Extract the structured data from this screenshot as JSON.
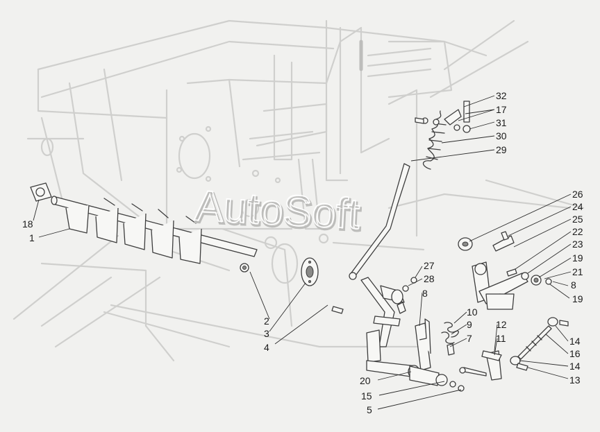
{
  "watermark": "AutoSoft",
  "callouts": [
    {
      "id": "c18",
      "text": "18"
    },
    {
      "id": "c1",
      "text": "1"
    },
    {
      "id": "c2",
      "text": "2"
    },
    {
      "id": "c3",
      "text": "3"
    },
    {
      "id": "c4",
      "text": "4"
    },
    {
      "id": "c32",
      "text": "32"
    },
    {
      "id": "c17",
      "text": "17"
    },
    {
      "id": "c31",
      "text": "31"
    },
    {
      "id": "c30",
      "text": "30"
    },
    {
      "id": "c29",
      "text": "29"
    },
    {
      "id": "c26",
      "text": "26"
    },
    {
      "id": "c24",
      "text": "24"
    },
    {
      "id": "c25",
      "text": "25"
    },
    {
      "id": "c22",
      "text": "22"
    },
    {
      "id": "c23",
      "text": "23"
    },
    {
      "id": "c19a",
      "text": "19"
    },
    {
      "id": "c21",
      "text": "21"
    },
    {
      "id": "c8a",
      "text": "8"
    },
    {
      "id": "c19b",
      "text": "19"
    },
    {
      "id": "c27",
      "text": "27"
    },
    {
      "id": "c28",
      "text": "28"
    },
    {
      "id": "c8b",
      "text": "8"
    },
    {
      "id": "c10",
      "text": "10"
    },
    {
      "id": "c9",
      "text": "9"
    },
    {
      "id": "c7",
      "text": "7"
    },
    {
      "id": "c12",
      "text": "12"
    },
    {
      "id": "c11",
      "text": "11"
    },
    {
      "id": "c14a",
      "text": "14"
    },
    {
      "id": "c16",
      "text": "16"
    },
    {
      "id": "c14b",
      "text": "14"
    },
    {
      "id": "c13",
      "text": "13"
    },
    {
      "id": "c20",
      "text": "20"
    },
    {
      "id": "c15",
      "text": "15"
    },
    {
      "id": "c5",
      "text": "5"
    }
  ]
}
